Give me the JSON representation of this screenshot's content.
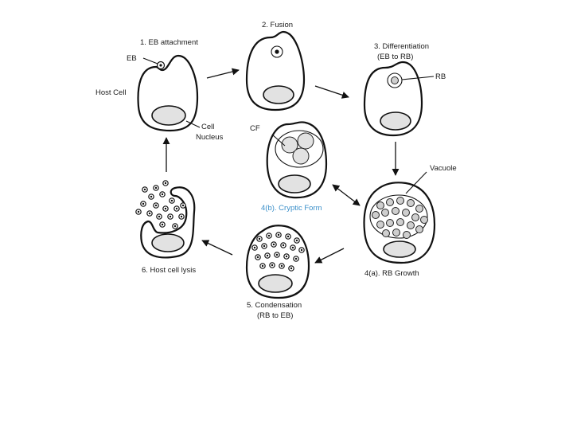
{
  "diagram": {
    "stages": {
      "s1": "1. EB attachment",
      "s2": "2. Fusion",
      "s3_line1": "3. Differentiation",
      "s3_line2": "(EB to RB)",
      "s4a": "4(a). RB Growth",
      "s4b": "4(b). Cryptic Form",
      "s5_line1": "5. Condensation",
      "s5_line2": "(RB to EB)",
      "s6": "6. Host cell lysis"
    },
    "labels": {
      "eb": "EB",
      "host_cell": "Host Cell",
      "cell_nucleus_line1": "Cell",
      "cell_nucleus_line2": "Nucleus",
      "rb": "RB",
      "cf": "CF",
      "vacuole": "Vacuole"
    },
    "colors": {
      "text": "#1a1a1a",
      "cryptic_form_label": "#3a8fc9",
      "outline": "#111111",
      "nucleus_fill": "#e2e2e2"
    }
  }
}
